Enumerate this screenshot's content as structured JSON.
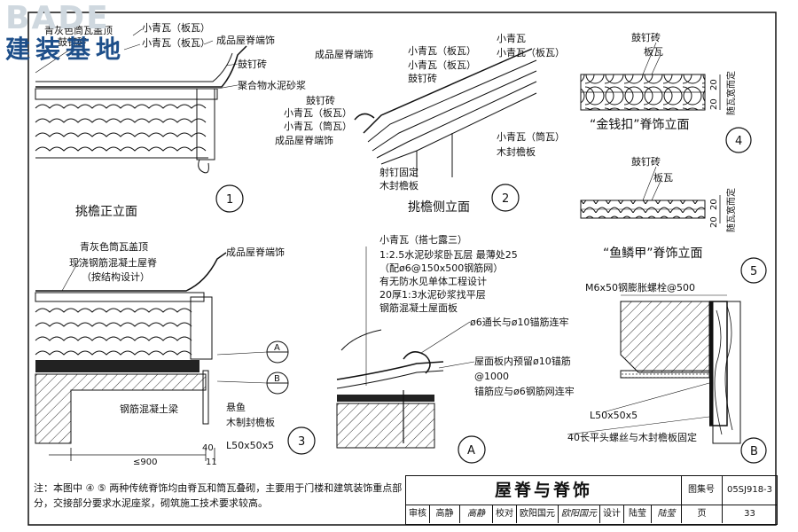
{
  "logo": {
    "brand": "BADE",
    "sub": "建装基地"
  },
  "drawing1": {
    "labels": [
      "青灰色筒瓦盖顶",
      "小青瓦（板瓦）",
      "小青瓦（板瓦）",
      "鼓钉砖",
      "成品屋脊端饰",
      "鼓钉砖",
      "聚合物水泥砂浆"
    ],
    "caption": "挑檐正立面",
    "num": "1"
  },
  "drawing2": {
    "labels": [
      "成品屋脊端饰",
      "小青瓦（板瓦）",
      "小青瓦（板瓦）",
      "鼓钉砖",
      "小青瓦",
      "小青瓦（板瓦）",
      "鼓钉砖",
      "小青瓦（板瓦）",
      "小青瓦（筒瓦）",
      "成品屋脊端饰",
      "小青瓦（筒瓦）",
      "木封檐板",
      "射钉固定",
      "木封檐板"
    ],
    "caption": "挑檐侧立面",
    "num": "2"
  },
  "drawing4": {
    "labels": [
      "鼓钉砖",
      "板瓦"
    ],
    "dims": [
      "20",
      "20",
      "随瓦宽而定"
    ],
    "caption": "“金钱扣”脊饰立面",
    "num": "4"
  },
  "drawing5": {
    "labels": [
      "鼓钉砖",
      "板瓦"
    ],
    "dims": [
      "20",
      "20",
      "随瓦宽而定"
    ],
    "caption": "“鱼鳞甲”脊饰立面",
    "num": "5"
  },
  "drawing3": {
    "labels": [
      "青灰色筒瓦盖顶",
      "现浇钢筋混凝土屋脊",
      "（按结构设计）",
      "成品屋脊端饰",
      "钢筋混凝土梁",
      "悬鱼",
      "木制封檐板",
      "L50x50x5"
    ],
    "markA": "A",
    "markB": "B",
    "dims": [
      "≤900",
      "40",
      "11"
    ],
    "num": "3"
  },
  "drawingA": {
    "labels": [
      "小青瓦（搭七露三）",
      "1:2.5水泥砂浆卧瓦层  最薄处25",
      "（配ø6@150x500钢筋网）",
      "有无防水见单体工程设计",
      "20厚1:3水泥砂浆找平层",
      "钢筋混凝土屋面板",
      "ø6通长与ø10锚筋连牢",
      "屋面板内预留ø10锚筋",
      "@1000",
      "锚筋应与ø6钢筋网连牢"
    ],
    "num": "A"
  },
  "drawingB": {
    "labels": [
      "M6x50钢膨胀螺栓@500",
      "L50x50x5",
      "40长平头螺丝与木封檐板固定"
    ],
    "num": "B"
  },
  "note": "注：本图中 ④ ⑤ 两种传统脊饰均由脊瓦和筒瓦叠砌，主要用于门楼和建筑装饰重点部分，交接部分要求水泥座浆，砌筑施工技术要求较高。",
  "title_block": {
    "title": "屋脊与脊饰",
    "atlas_label": "图集号",
    "atlas_no": "05SJ918-3",
    "page_label": "页",
    "page_no": "33",
    "cells": [
      "审核",
      "高静",
      "高静",
      "校对",
      "欧阳国元",
      "欧阳国元",
      "设计",
      "陆莹",
      "陆莹"
    ]
  }
}
